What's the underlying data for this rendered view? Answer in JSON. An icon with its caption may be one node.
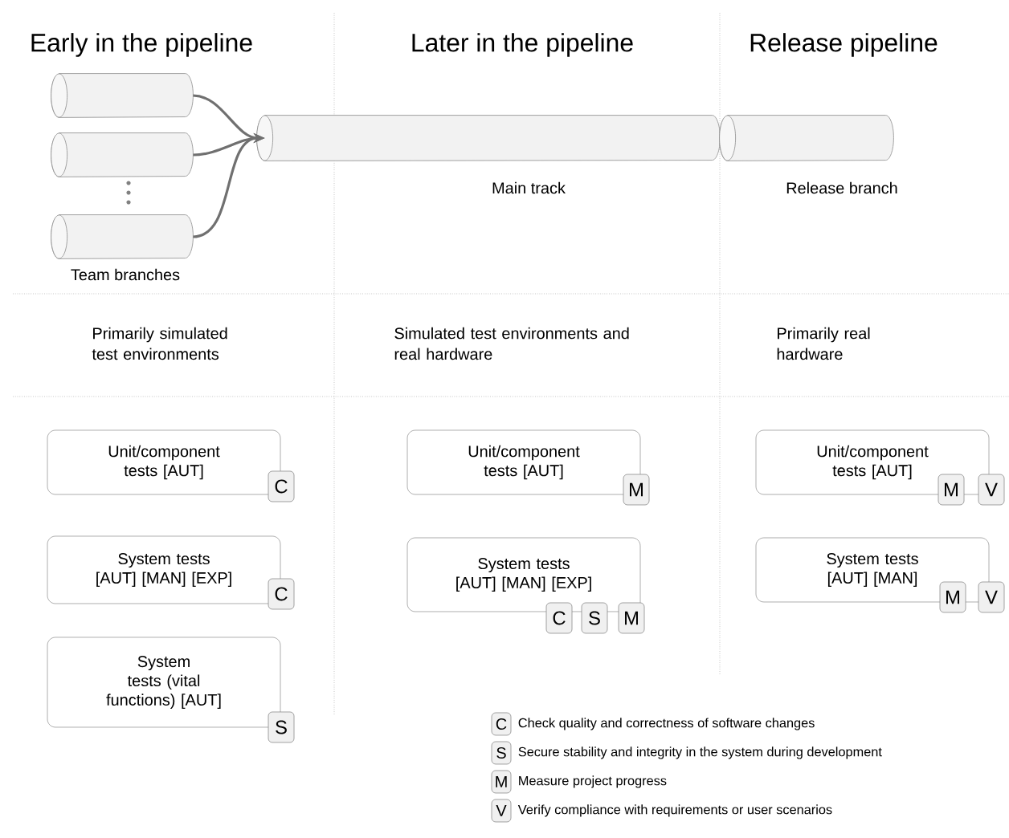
{
  "diagram": {
    "nodes": [
      {
        "text": [],
        "shape": "cylinder"
      },
      {
        "text": [],
        "shape": "cylinder"
      },
      {
        "text": [],
        "shape": "cylinder",
        "beside": [
          "Team branches"
        ]
      },
      {
        "text": [],
        "shape": "cylinder",
        "beside": [
          "Main track"
        ]
      },
      {
        "text": [],
        "shape": "cylinder",
        "beside": [
          "Release branch"
        ]
      },
      {
        "text": [
          "Unit/component tests [AUT]"
        ]
      },
      {
        "text": [
          "C"
        ]
      },
      {
        "text": [
          "System tests [AUT] [MAN] [EXP]"
        ]
      },
      {
        "text": [
          "C"
        ]
      },
      {
        "text": [
          "System tests (vital functions) [AUT]"
        ]
      },
      {
        "text": [
          "S"
        ]
      },
      {
        "text": [
          "Unit/component tests [AUT]"
        ]
      },
      {
        "text": [
          "M"
        ]
      },
      {
        "text": [
          "System tests [AUT] [MAN] [EXP]"
        ]
      },
      {
        "text": [
          "C"
        ]
      },
      {
        "text": [
          "S"
        ]
      },
      {
        "text": [
          "M"
        ]
      },
      {
        "text": [
          "Unit/component tests [AUT]"
        ]
      },
      {
        "text": [
          "M"
        ]
      },
      {
        "text": [
          "V"
        ]
      },
      {
        "text": [
          "System tests [AUT] [MAN]"
        ]
      },
      {
        "text": [
          "M"
        ]
      },
      {
        "text": [
          "V"
        ]
      },
      {
        "text": [
          "C"
        ],
        "beside": [
          "Check quality and correctness of software changes"
        ]
      },
      {
        "text": [
          "S"
        ],
        "beside": [
          "Secure stability and integrity in the system during development"
        ]
      },
      {
        "text": [
          "M"
        ],
        "beside": [
          "Measure project progress"
        ]
      },
      {
        "text": [
          "V"
        ],
        "beside": [
          "Verify compliance with requirements or user scenarios"
        ]
      }
    ],
    "edges": [
      {
        "from": 0,
        "to": 3,
        "arrow": "to"
      },
      {
        "from": 1,
        "to": 3,
        "arrow": "to"
      },
      {
        "from": 2,
        "to": 3,
        "arrow": "to"
      }
    ],
    "labels": [
      "Early in the pipeline",
      "Later in the pipeline",
      "Release pipeline",
      "Primarily simulated test environments",
      "Simulated test environments and real hardware",
      "Primarily real hardware"
    ]
  }
}
